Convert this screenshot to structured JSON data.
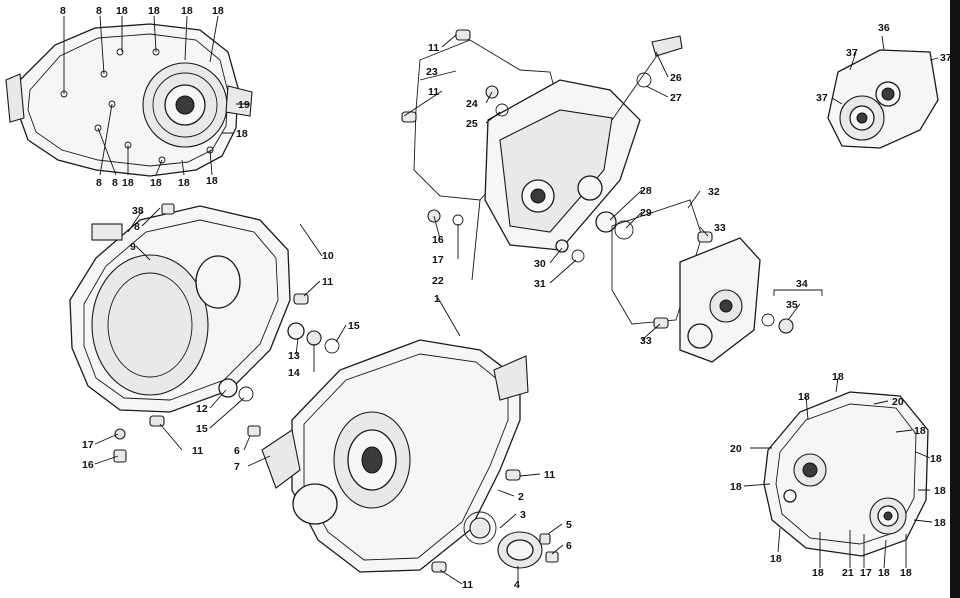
{
  "callouts": [
    {
      "id": "c8a",
      "text": "8"
    },
    {
      "id": "c8b",
      "text": "8"
    },
    {
      "id": "c18a",
      "text": "18"
    },
    {
      "id": "c18b",
      "text": "18"
    },
    {
      "id": "c18c",
      "text": "18"
    },
    {
      "id": "c18d",
      "text": "18"
    },
    {
      "id": "c19",
      "text": "19"
    },
    {
      "id": "c18e",
      "text": "18"
    },
    {
      "id": "c8c",
      "text": "8"
    },
    {
      "id": "c8d",
      "text": "8"
    },
    {
      "id": "c18f",
      "text": "18"
    },
    {
      "id": "c18g",
      "text": "18"
    },
    {
      "id": "c18h",
      "text": "18"
    },
    {
      "id": "c18i",
      "text": "18"
    },
    {
      "id": "c11a",
      "text": "11"
    },
    {
      "id": "c23",
      "text": "23"
    },
    {
      "id": "c11b",
      "text": "11"
    },
    {
      "id": "c24",
      "text": "24"
    },
    {
      "id": "c25",
      "text": "25"
    },
    {
      "id": "c26",
      "text": "26"
    },
    {
      "id": "c27",
      "text": "27"
    },
    {
      "id": "c28",
      "text": "28"
    },
    {
      "id": "c29",
      "text": "29"
    },
    {
      "id": "c16a",
      "text": "16"
    },
    {
      "id": "c17a",
      "text": "17"
    },
    {
      "id": "c22",
      "text": "22"
    },
    {
      "id": "c30",
      "text": "30"
    },
    {
      "id": "c31",
      "text": "31"
    },
    {
      "id": "c36",
      "text": "36"
    },
    {
      "id": "c37a",
      "text": "37"
    },
    {
      "id": "c37b",
      "text": "37"
    },
    {
      "id": "c37c",
      "text": "37"
    },
    {
      "id": "c38",
      "text": "38"
    },
    {
      "id": "c8e",
      "text": "8"
    },
    {
      "id": "c9",
      "text": "9"
    },
    {
      "id": "c10",
      "text": "10"
    },
    {
      "id": "c11c",
      "text": "11"
    },
    {
      "id": "c15a",
      "text": "15"
    },
    {
      "id": "c13",
      "text": "13"
    },
    {
      "id": "c14",
      "text": "14"
    },
    {
      "id": "c12",
      "text": "12"
    },
    {
      "id": "c15b",
      "text": "15"
    },
    {
      "id": "c17b",
      "text": "17"
    },
    {
      "id": "c11d",
      "text": "11"
    },
    {
      "id": "c16b",
      "text": "16"
    },
    {
      "id": "c32",
      "text": "32"
    },
    {
      "id": "c33a",
      "text": "33"
    },
    {
      "id": "c34",
      "text": "34"
    },
    {
      "id": "c35",
      "text": "35"
    },
    {
      "id": "c33b",
      "text": "33"
    },
    {
      "id": "c1",
      "text": "1"
    },
    {
      "id": "c6a",
      "text": "6"
    },
    {
      "id": "c7",
      "text": "7"
    },
    {
      "id": "c11e",
      "text": "11"
    },
    {
      "id": "c2",
      "text": "2"
    },
    {
      "id": "c3",
      "text": "3"
    },
    {
      "id": "c5",
      "text": "5"
    },
    {
      "id": "c6b",
      "text": "6"
    },
    {
      "id": "c4",
      "text": "4"
    },
    {
      "id": "c11f",
      "text": "11"
    },
    {
      "id": "c18j",
      "text": "18"
    },
    {
      "id": "c18k",
      "text": "18"
    },
    {
      "id": "c20a",
      "text": "20"
    },
    {
      "id": "c18l",
      "text": "18"
    },
    {
      "id": "c20b",
      "text": "20"
    },
    {
      "id": "c18m",
      "text": "18"
    },
    {
      "id": "c18n",
      "text": "18"
    },
    {
      "id": "c18o",
      "text": "18"
    },
    {
      "id": "c18p",
      "text": "18"
    },
    {
      "id": "c18q",
      "text": "18"
    },
    {
      "id": "c18r",
      "text": "18"
    },
    {
      "id": "c21",
      "text": "21"
    },
    {
      "id": "c17c",
      "text": "17"
    },
    {
      "id": "c18s",
      "text": "18"
    },
    {
      "id": "c18t",
      "text": "18"
    }
  ]
}
